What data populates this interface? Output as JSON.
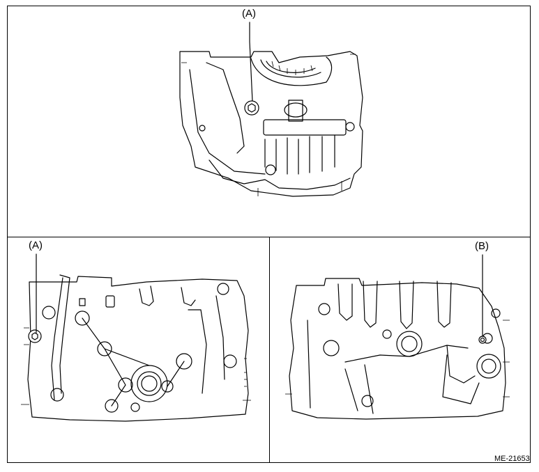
{
  "figure": {
    "id": "ME-21653",
    "callouts": {
      "a_top": "(A)",
      "a_bottom_left": "(A)",
      "b_bottom_right": "(B)"
    }
  },
  "panels": [
    {
      "name": "top-view",
      "icon": "engine-block-rear-view"
    },
    {
      "name": "bottom-left-view",
      "icon": "engine-block-left-side-view"
    },
    {
      "name": "bottom-right-view",
      "icon": "engine-block-right-side-view"
    }
  ],
  "colors": {
    "line": "#000000",
    "background": "#ffffff"
  }
}
